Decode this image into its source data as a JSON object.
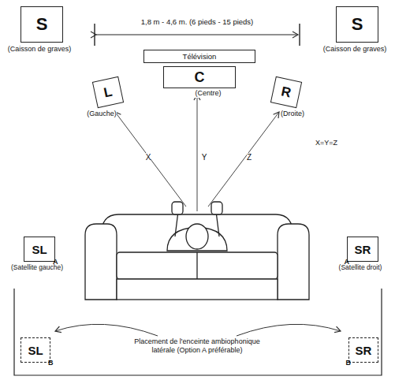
{
  "diagram": {
    "nodes": [
      {
        "text": [
          "S",
          "(Caisson de graves)"
        ]
      },
      {
        "text": [
          "S",
          "(Caisson de graves)"
        ]
      },
      {
        "text": [
          "Télévision"
        ]
      },
      {
        "text": [
          "C",
          "(Centre)"
        ]
      },
      {
        "text": [
          "L",
          "(Gauche)"
        ]
      },
      {
        "text": [
          "R",
          "(Droite)"
        ]
      },
      {
        "text": [
          "SL",
          "A",
          "(Satellite gauche)"
        ]
      },
      {
        "text": [
          "SR",
          "A",
          "(Satellite droit)"
        ]
      },
      {
        "text": [
          "SL",
          "B"
        ]
      },
      {
        "text": [
          "SR",
          "B"
        ]
      }
    ],
    "labels": [
      "1,8 m - 4,6 m. (6 pieds - 15 pieds)",
      "X",
      "Y",
      "Z",
      "X=Y=Z",
      "Placement de l'enceinte ambiophonique latérale (Option A préférable)"
    ]
  }
}
